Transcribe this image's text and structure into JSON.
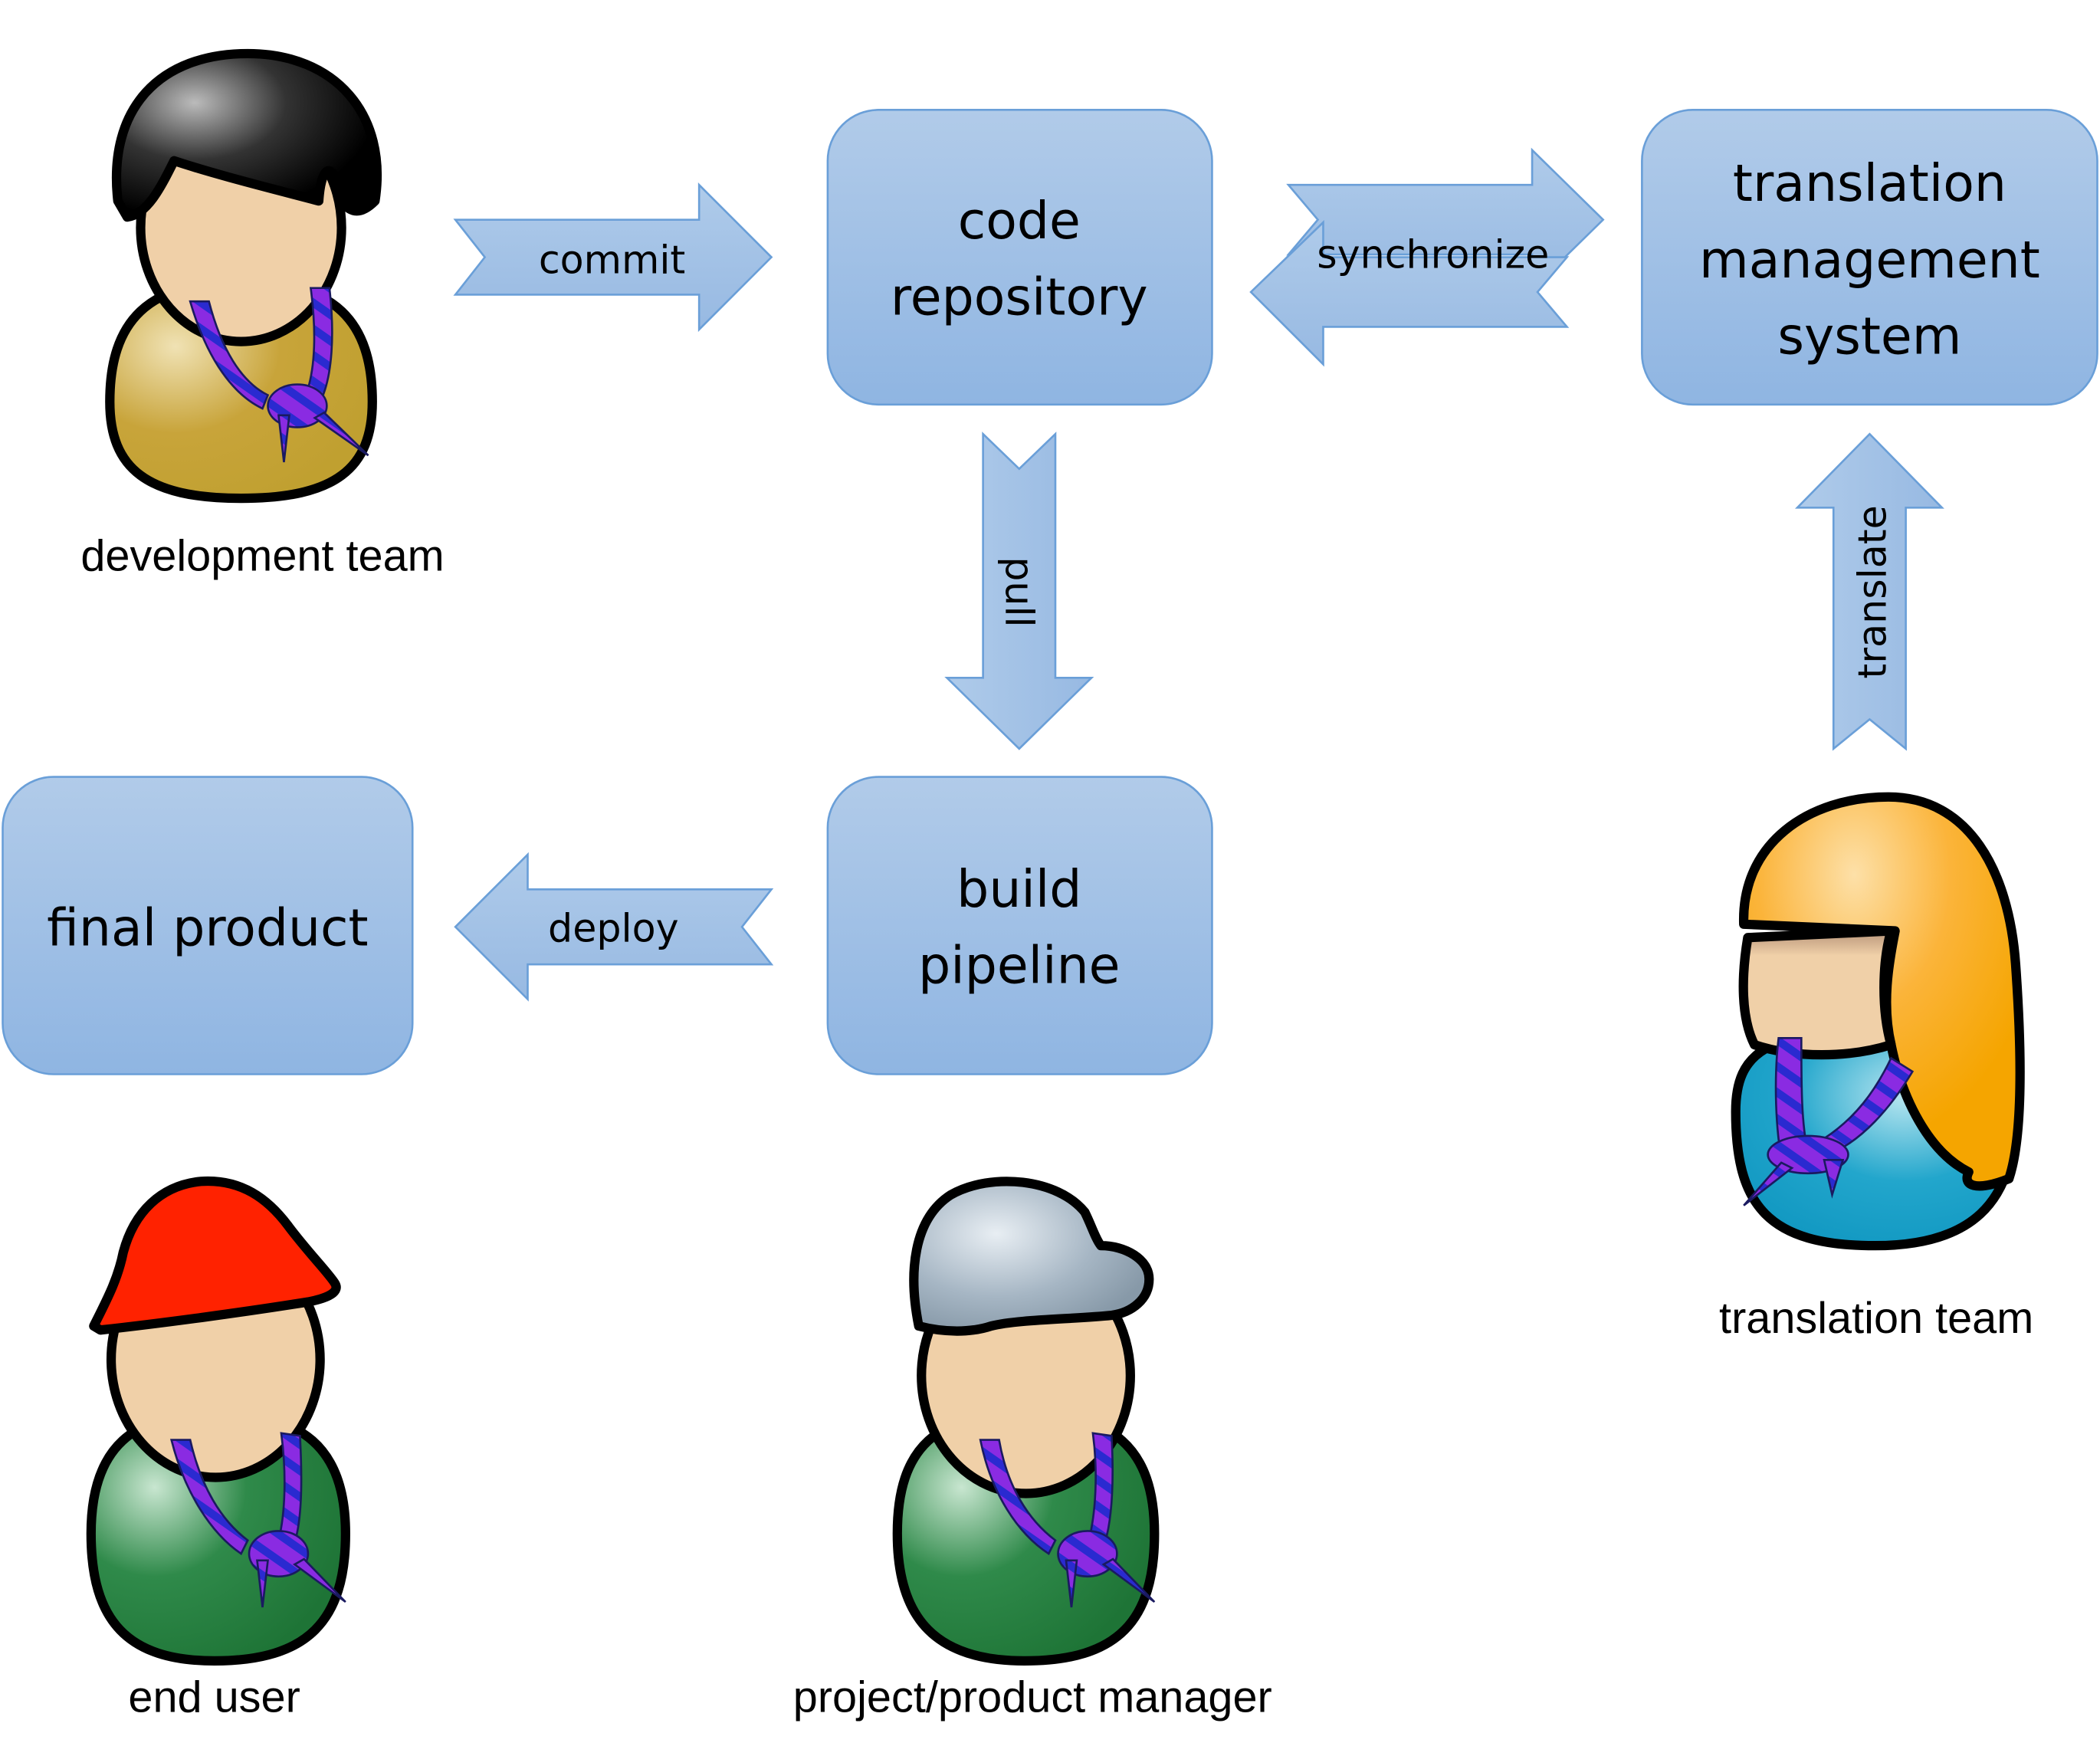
{
  "boxes": {
    "code_repository": [
      "code",
      "repository"
    ],
    "translation_management_system": [
      "translation",
      "management",
      "system"
    ],
    "final_product": [
      "final product"
    ],
    "build_pipeline": [
      "build",
      "pipeline"
    ]
  },
  "arrows": {
    "commit": "commit",
    "synchronize": "synchronize",
    "pull": "pull",
    "translate": "translate",
    "deploy": "deploy"
  },
  "people": {
    "development_team": "development team",
    "translation_team": "translation team",
    "end_user": "end user",
    "project_manager": "project/product manager"
  },
  "colors": {
    "box_fill_top": "#b1cbe9",
    "box_fill_bottom": "#8fb5e2",
    "box_stroke": "#6a9fd8",
    "dev_shirt": "#c8a43a",
    "translator_shirt": "#1a9cc4",
    "translator_hair": "#f5a500",
    "end_user_hat": "#ff2200",
    "manager_cap": "#9aaab8",
    "green_shirt": "#237a3c",
    "skin": "#f0d0a8"
  }
}
